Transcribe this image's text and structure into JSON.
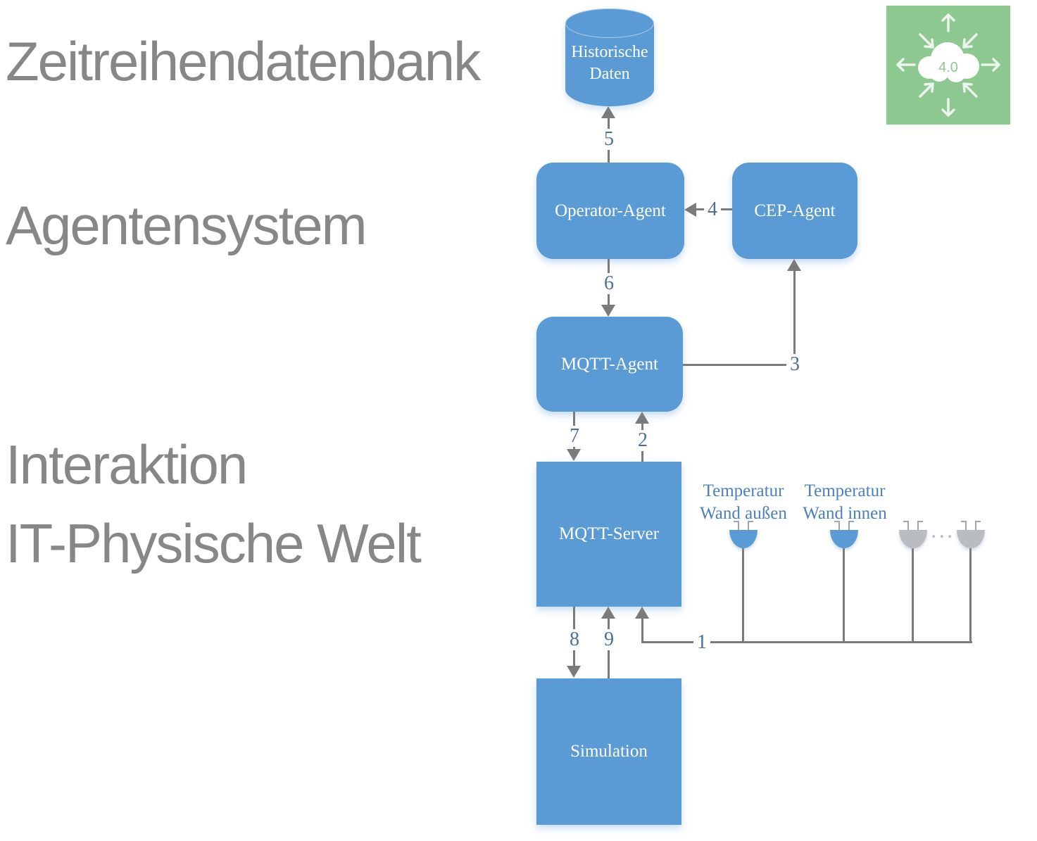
{
  "headings": {
    "row1": "Zeitreihendatenbank",
    "row2": "Agentensystem",
    "row3_line1": "Interaktion",
    "row3_line2": "IT-Physische Welt"
  },
  "nodes": {
    "historische_daten": {
      "line1": "Historische",
      "line2": "Daten"
    },
    "operator_agent": {
      "label": "Operator-Agent"
    },
    "cep_agent": {
      "label": "CEP-Agent"
    },
    "mqtt_agent": {
      "label": "MQTT-Agent"
    },
    "mqtt_server": {
      "label": "MQTT-Server"
    },
    "simulation": {
      "label": "Simulation"
    }
  },
  "arrows": {
    "a1": "1",
    "a2": "2",
    "a3": "3",
    "a4": "4",
    "a5": "5",
    "a6": "6",
    "a7": "7",
    "a8": "8",
    "a9": "9"
  },
  "sensors": {
    "sensor1": {
      "line1": "Temperatur",
      "line2": "Wand außen"
    },
    "sensor2": {
      "line1": "Temperatur",
      "line2": "Wand innen"
    },
    "ellipsis": "..."
  },
  "industry_icon": {
    "cloud_label": "4.0"
  },
  "colors": {
    "box_blue": "#5b9bd5",
    "line_gray": "#7b7b7b",
    "number_blue": "#4d7096",
    "sensor_label_blue": "#4a80c0",
    "sensor_gray": "#b9bcc0",
    "prong_gray": "#9fa6ab",
    "heading_gray": "#878787",
    "icon_green": "#8cc88f"
  }
}
